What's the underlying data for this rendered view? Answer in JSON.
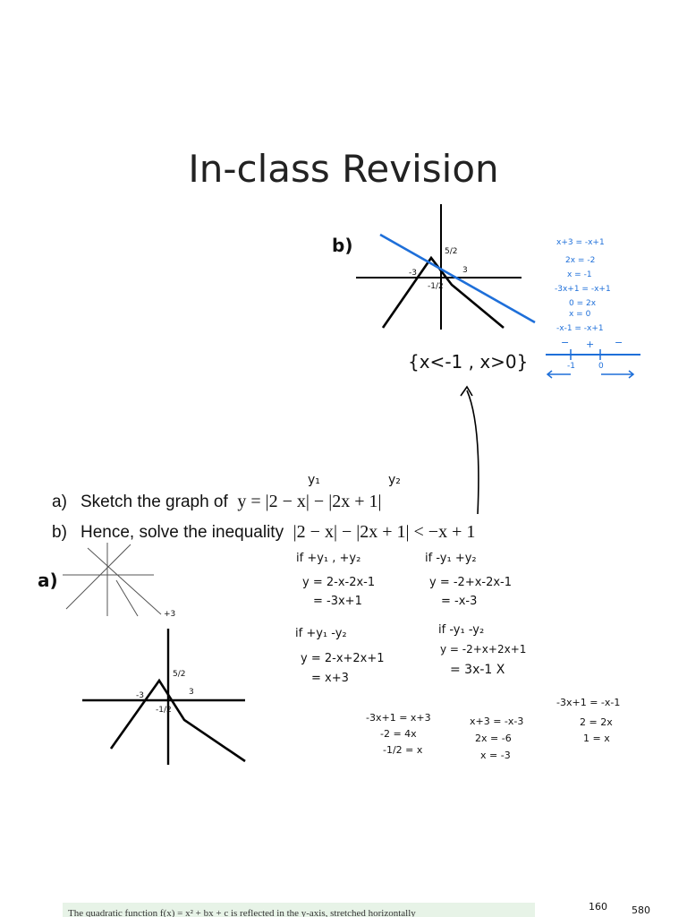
{
  "title": "In-class Revision",
  "questions": {
    "a_label": "a)",
    "a_text": "Sketch the graph of",
    "a_math": "y = |2 − x| − |2x + 1|",
    "b_label": "b)",
    "b_text": "Hence, solve the inequality",
    "b_math": "|2 − x| − |2x + 1| < −x + 1"
  },
  "annotations": {
    "part_b_label": "b)",
    "part_a_label": "a)",
    "graph_b_labels": {
      "top": "5/2",
      "left": "-3",
      "right": "3",
      "below": "-1/2"
    },
    "graph_a_labels": {
      "top": "5/2",
      "left": "-3",
      "right": "3",
      "below": "-1/2"
    },
    "solution_set": "{x<-1 , x>0}",
    "y1_label": "y₁",
    "y2_label": "y₂",
    "blue_work": [
      "x+3 = -x+1",
      "2x = -2",
      "x = -1",
      "-3x+1 = -x+1",
      "0 = 2x",
      "x = 0",
      "-x-1 = -x+1"
    ],
    "number_line": {
      "signs": [
        "−",
        "+",
        "−"
      ],
      "ticks": [
        "-1",
        "0"
      ]
    },
    "cases": [
      {
        "heading": "if +y₁ , +y₂",
        "lines": [
          "y = 2-x-2x-1",
          "= -3x+1"
        ]
      },
      {
        "heading": "if -y₁ +y₂",
        "lines": [
          "y = -2+x-2x-1",
          "= -x-3"
        ]
      },
      {
        "heading": "if +y₁ -y₂",
        "lines": [
          "y = 2-x+2x+1",
          "= x+3"
        ]
      },
      {
        "heading": "if -y₁ -y₂",
        "lines": [
          "y = -2+x+2x+1",
          "= 3x-1  X"
        ]
      }
    ],
    "intersections": [
      {
        "lines": [
          "-3x+1 = x+3",
          "-2 = 4x",
          "-1/2 = x"
        ]
      },
      {
        "lines": [
          "x+3 = -x-3",
          "2x = -6",
          "x = -3"
        ]
      },
      {
        "lines": [
          "-3x+1 = -x-1",
          "2 = 2x",
          "1 = x"
        ]
      }
    ],
    "rough_sketch_label": "+3",
    "corner_numbers": [
      "160",
      "580"
    ]
  },
  "footer_text": "The quadratic function  f(x) = x² + bx + c  is reflected in the y-axis, stretched horizontally"
}
